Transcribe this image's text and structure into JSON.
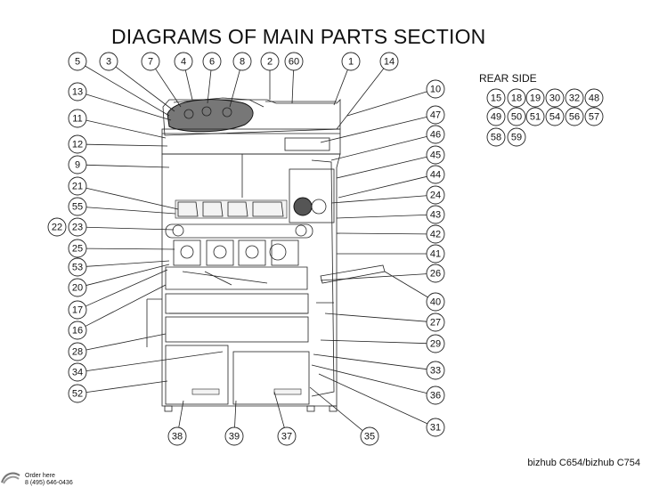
{
  "page": {
    "title": "DIAGRAMS OF MAIN PARTS SECTION",
    "rear_title": "REAR SIDE",
    "model": "bizhub C654/bizhub C754",
    "order_line1": "Order here",
    "order_line2": "8 (495) 646-0436"
  },
  "callouts": [
    {
      "label": "5"
    },
    {
      "label": "3"
    },
    {
      "label": "7"
    },
    {
      "label": "4"
    },
    {
      "label": "6"
    },
    {
      "label": "8"
    },
    {
      "label": "2"
    },
    {
      "label": "60"
    },
    {
      "label": "1"
    },
    {
      "label": "14"
    },
    {
      "label": "13"
    },
    {
      "label": "11"
    },
    {
      "label": "12"
    },
    {
      "label": "9"
    },
    {
      "label": "21"
    },
    {
      "label": "55"
    },
    {
      "label": "22"
    },
    {
      "label": "23"
    },
    {
      "label": "25"
    },
    {
      "label": "53"
    },
    {
      "label": "20"
    },
    {
      "label": "17"
    },
    {
      "label": "16"
    },
    {
      "label": "28"
    },
    {
      "label": "34"
    },
    {
      "label": "52"
    },
    {
      "label": "10"
    },
    {
      "label": "47"
    },
    {
      "label": "46"
    },
    {
      "label": "45"
    },
    {
      "label": "44"
    },
    {
      "label": "24"
    },
    {
      "label": "43"
    },
    {
      "label": "42"
    },
    {
      "label": "41"
    },
    {
      "label": "26"
    },
    {
      "label": "40"
    },
    {
      "label": "27"
    },
    {
      "label": "29"
    },
    {
      "label": "33"
    },
    {
      "label": "36"
    },
    {
      "label": "31"
    },
    {
      "label": "38"
    },
    {
      "label": "39"
    },
    {
      "label": "37"
    },
    {
      "label": "35"
    }
  ],
  "rear_side": [
    "15",
    "18",
    "19",
    "30",
    "32",
    "48",
    "49",
    "50",
    "51",
    "54",
    "56",
    "57",
    "58",
    "59"
  ]
}
